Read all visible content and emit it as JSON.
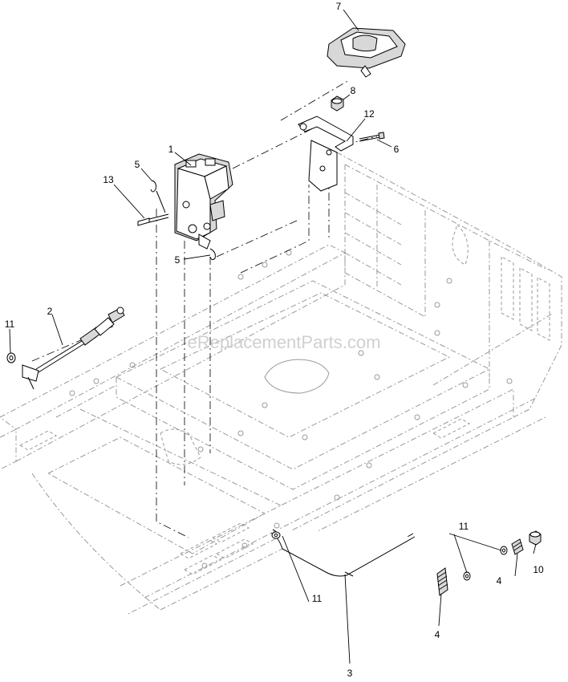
{
  "watermark": "eReplacementParts.com",
  "callouts": [
    {
      "id": "c7",
      "label": "7"
    },
    {
      "id": "c8",
      "label": "8"
    },
    {
      "id": "c12",
      "label": "12"
    },
    {
      "id": "c6",
      "label": "6"
    },
    {
      "id": "c1",
      "label": "1"
    },
    {
      "id": "c5a",
      "label": "5"
    },
    {
      "id": "c13",
      "label": "13"
    },
    {
      "id": "c5b",
      "label": "5"
    },
    {
      "id": "c2",
      "label": "2"
    },
    {
      "id": "c11a",
      "label": "11"
    },
    {
      "id": "c11b",
      "label": "11"
    },
    {
      "id": "c10",
      "label": "10"
    },
    {
      "id": "c4a",
      "label": "4"
    },
    {
      "id": "c11c",
      "label": "11"
    },
    {
      "id": "c4b",
      "label": "4"
    },
    {
      "id": "c3",
      "label": "3"
    }
  ]
}
